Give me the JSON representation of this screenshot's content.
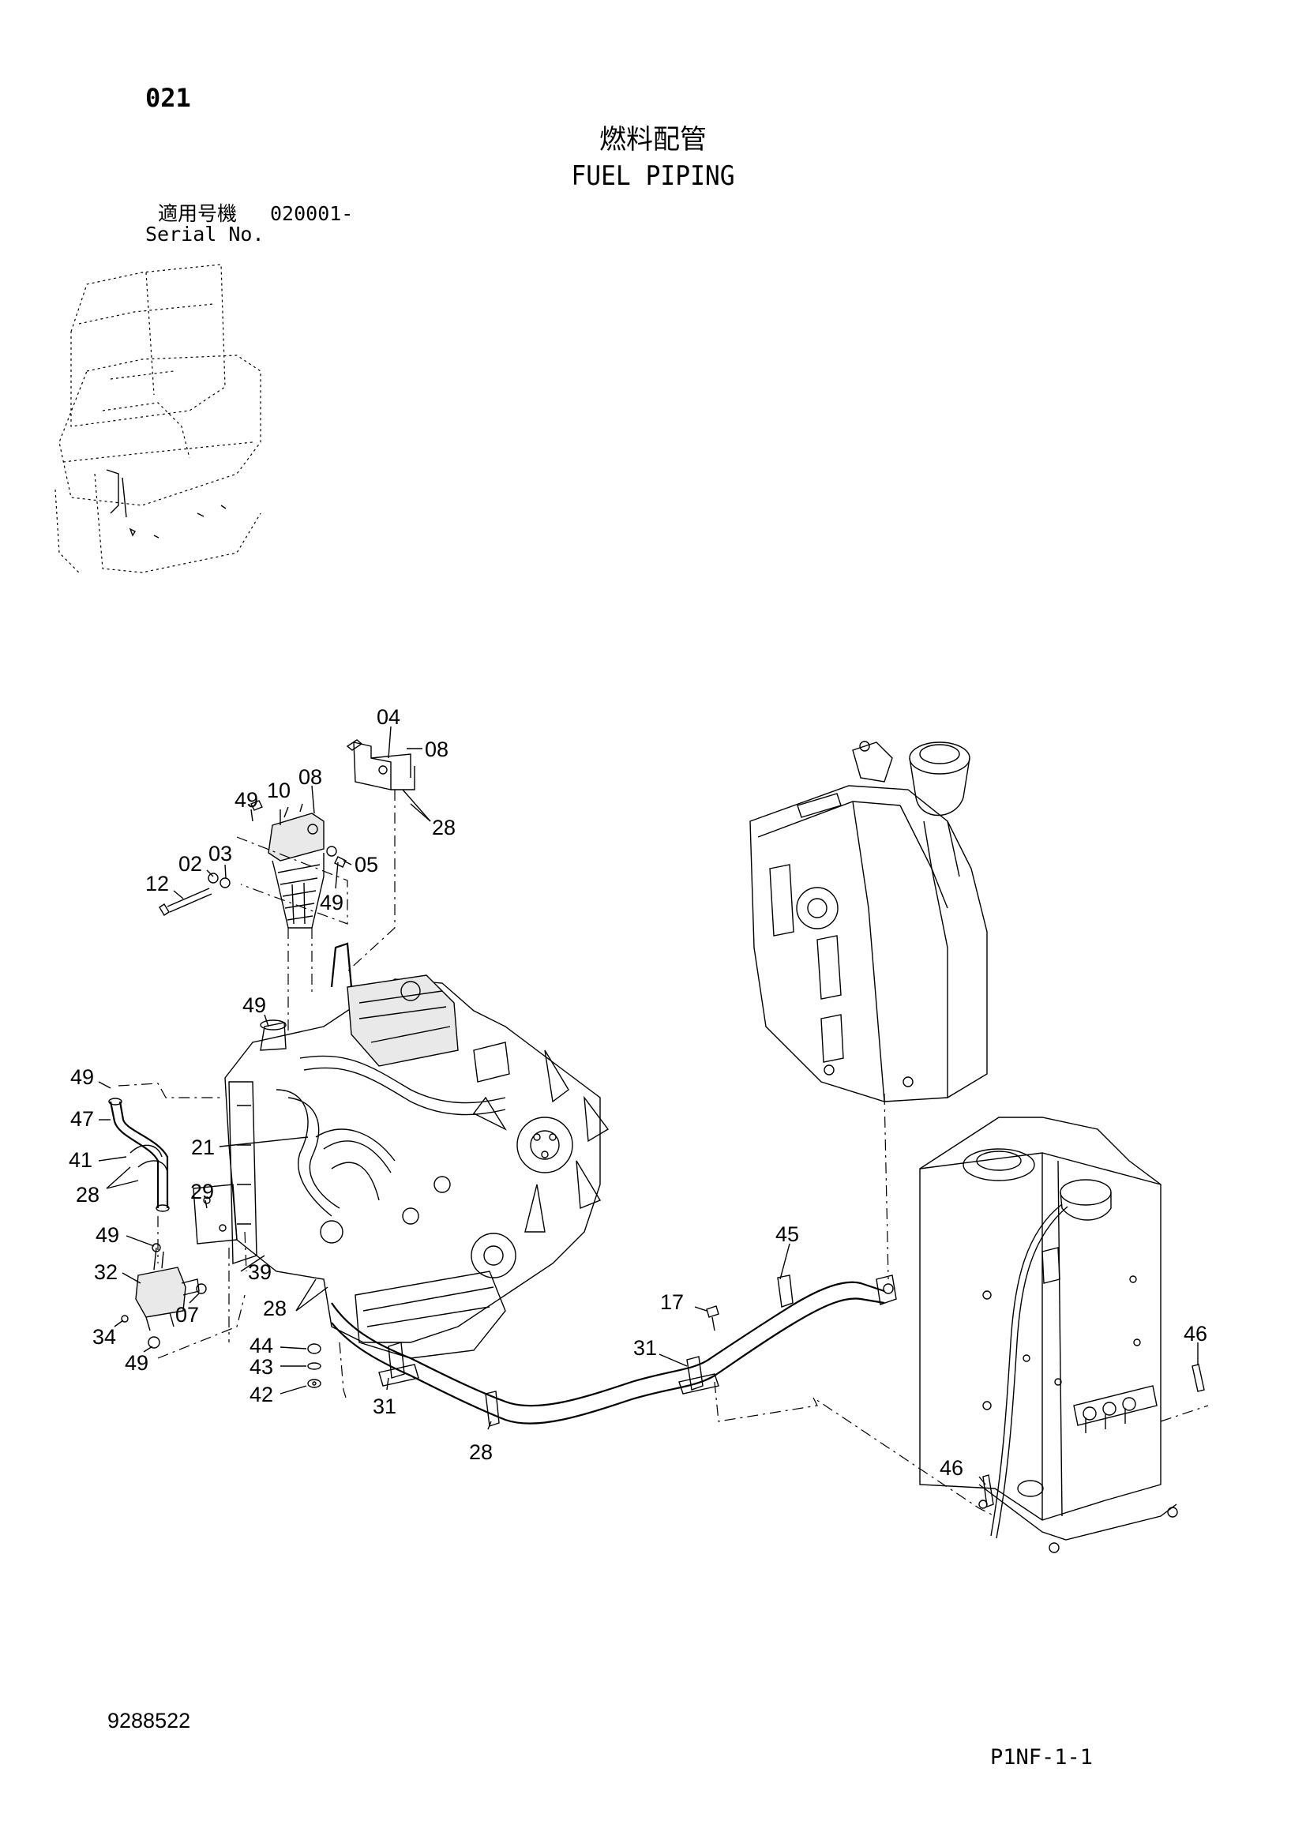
{
  "header": {
    "page_number": "021",
    "title_jp": "燃料配管",
    "title_en": "FUEL PIPING",
    "serial_label_jp": "適用号機",
    "serial_value": "020001-",
    "serial_label_en": "Serial No."
  },
  "footer": {
    "drawing_number": "9288522",
    "sheet_code": "P1NF-1-1"
  },
  "callouts": [
    "04",
    "08",
    "10",
    "08",
    "28",
    "49",
    "05",
    "02",
    "03",
    "12",
    "49",
    "49",
    "49",
    "47",
    "41",
    "21",
    "28",
    "29",
    "49",
    "32",
    "39",
    "07",
    "34",
    "28",
    "49",
    "44",
    "43",
    "42",
    "31",
    "28",
    "17",
    "31",
    "45",
    "46",
    "46"
  ]
}
